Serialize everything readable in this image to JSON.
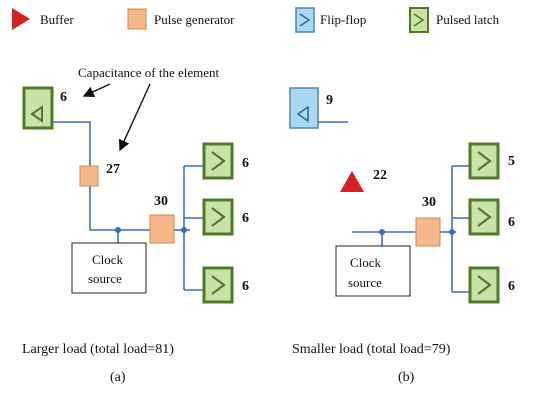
{
  "legend": {
    "buffer": "Buffer",
    "pulse_generator": "Pulse generator",
    "flip_flop": "Flip-flop",
    "pulsed_latch": "Pulsed latch"
  },
  "annotation": "Capacitance of the element",
  "panel_a": {
    "latch_top_value": "6",
    "pulse_gen_small_value": "27",
    "pulse_gen_large_value": "30",
    "latch_values": [
      "6",
      "6",
      "6"
    ],
    "clock_source": [
      "Clock",
      "source"
    ],
    "caption": "Larger load (total load=81)",
    "sub_label": "(a)"
  },
  "panel_b": {
    "flip_flop_value": "9",
    "buffer_value": "22",
    "pulse_gen_value": "30",
    "latch_values": [
      "5",
      "6",
      "6"
    ],
    "clock_source": [
      "Clock",
      "source"
    ],
    "caption": "Smaller load (total load=79)",
    "sub_label": "(b)"
  },
  "colors": {
    "buffer": "#d42020",
    "pulse_generator": "#f6b888",
    "flip_flop": "#a9d8f0",
    "pulsed_latch": "#c7e3a6",
    "latch_border": "#4f7a2a",
    "wire": "#3a6fb5"
  }
}
